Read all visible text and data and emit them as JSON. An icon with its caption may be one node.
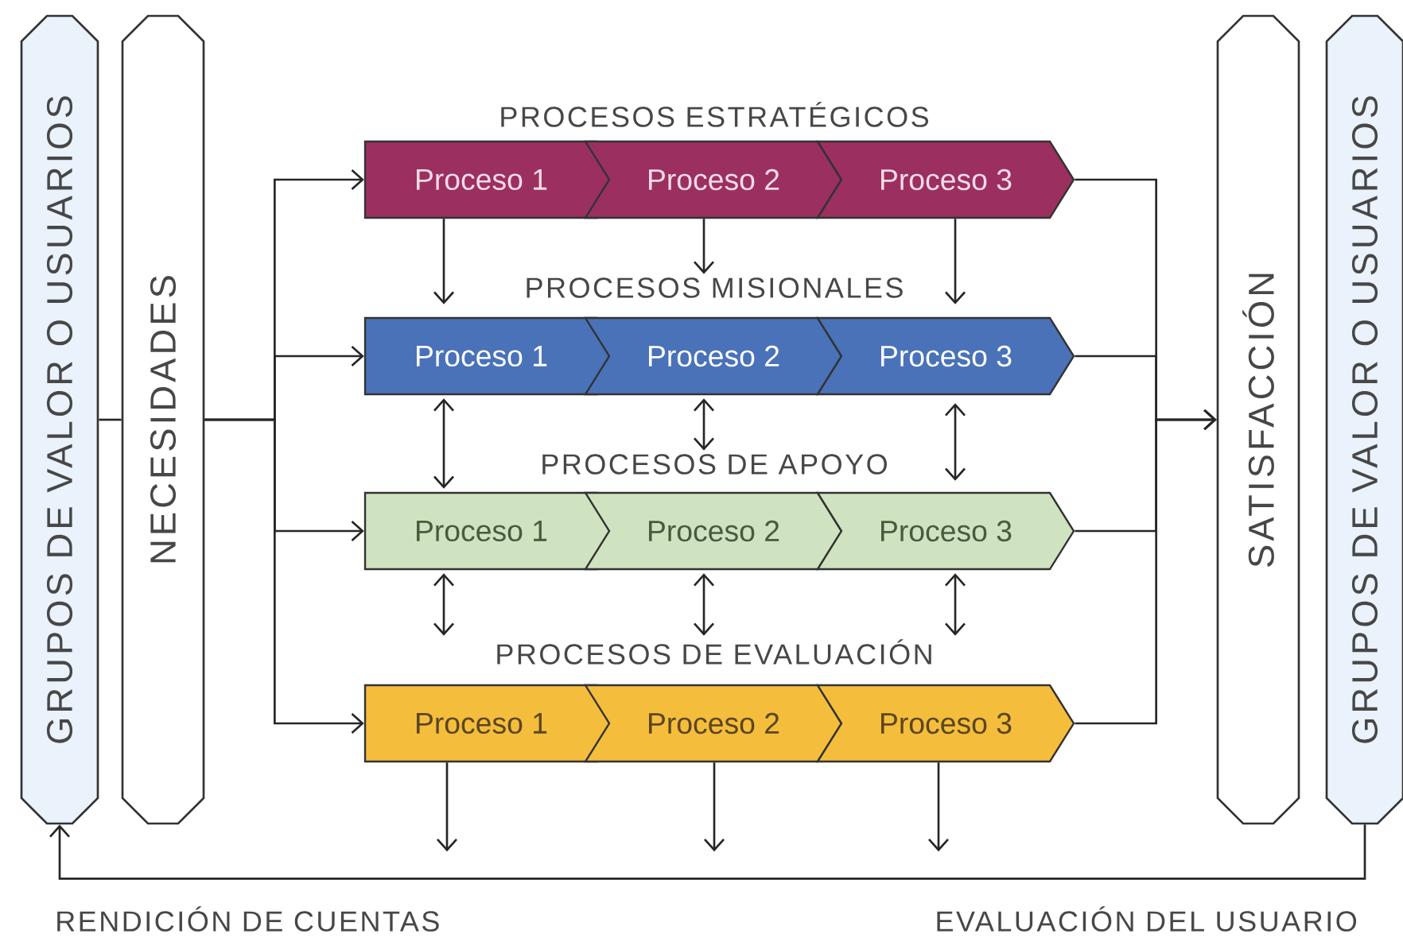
{
  "diagram": {
    "nodes": [
      {
        "text": [
          "GRUPOS DE VALOR O USUARIOS"
        ]
      },
      {
        "text": [
          "NECESIDADES"
        ]
      },
      {
        "text": [
          "Proceso 1"
        ]
      },
      {
        "text": [
          "Proceso 2"
        ]
      },
      {
        "text": [
          "Proceso 3"
        ]
      },
      {
        "text": [
          "PROCESOS MISIONALES"
        ]
      },
      {
        "text": [
          "Proceso 1"
        ]
      },
      {
        "text": [
          "Proceso 2"
        ]
      },
      {
        "text": [
          "Proceso 3"
        ]
      },
      {
        "text": [
          "PROCESOS DE APOYO"
        ]
      },
      {
        "text": [
          "Proceso 1"
        ]
      },
      {
        "text": [
          "Proceso 2"
        ]
      },
      {
        "text": [
          "Proceso 3"
        ]
      },
      {
        "text": [
          "PROCESOS DE EVALUACIÓN"
        ]
      },
      {
        "text": [
          "Proceso 1"
        ]
      },
      {
        "text": [
          "Proceso 2"
        ]
      },
      {
        "text": [
          "Proceso 3"
        ]
      },
      {
        "text": [
          "SATISFACCIÓN"
        ]
      },
      {
        "text": [
          "GRUPOS DE VALOR O USUARIOS"
        ]
      }
    ],
    "edges": [
      {
        "from": 0,
        "to": 1,
        "arrow": "none"
      },
      {
        "from": 1,
        "to": 2,
        "arrow": "to"
      },
      {
        "from": 1,
        "to": 6,
        "arrow": "to"
      },
      {
        "from": 1,
        "to": 10,
        "arrow": "to"
      },
      {
        "from": 1,
        "to": 14,
        "arrow": "to"
      },
      {
        "from": 2,
        "to": 6,
        "arrow": "to"
      },
      {
        "from": 3,
        "to": 5,
        "arrow": "to"
      },
      {
        "from": 4,
        "to": 8,
        "arrow": "to"
      },
      {
        "from": 6,
        "to": 10,
        "arrow": "both"
      },
      {
        "from": 7,
        "to": 9,
        "arrow": "both"
      },
      {
        "from": 8,
        "to": 12,
        "arrow": "both"
      },
      {
        "from": 10,
        "to": 13,
        "arrow": "both"
      },
      {
        "from": 11,
        "to": 13,
        "arrow": "both"
      },
      {
        "from": 12,
        "to": 13,
        "arrow": "both"
      },
      {
        "from": 14,
        "to": null,
        "arrow": "to"
      },
      {
        "from": 15,
        "to": null,
        "arrow": "to"
      },
      {
        "from": 16,
        "to": null,
        "arrow": "to"
      },
      {
        "from": 4,
        "to": 17,
        "arrow": "to"
      },
      {
        "from": 8,
        "to": 17,
        "arrow": "to"
      },
      {
        "from": 12,
        "to": 17,
        "arrow": "to"
      },
      {
        "from": 16,
        "to": 17,
        "arrow": "to"
      },
      {
        "from": 18,
        "to": 0,
        "arrow": "to"
      }
    ],
    "labels": [
      "PROCESOS ESTRATÉGICOS",
      "RENDICIÓN DE CUENTAS",
      "EVALUACIÓN DEL USUARIO"
    ]
  }
}
